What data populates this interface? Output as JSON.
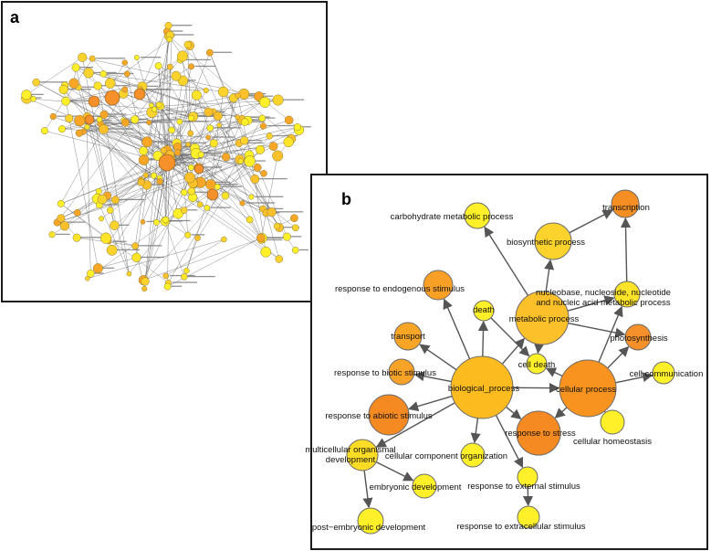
{
  "panel_a": {
    "label": "a"
  },
  "panel_b": {
    "label": "b",
    "nodes": [
      {
        "id": "biological_process",
        "label": "biological_process",
        "color": "#fcbb1e"
      },
      {
        "id": "metabolic_process",
        "label": "metabolic process",
        "color": "#fcc12a"
      },
      {
        "id": "cellular_process",
        "label": "cellular process",
        "color": "#f7931e"
      },
      {
        "id": "biosynthetic_process",
        "label": "biosynthetic process",
        "color": "#fcd22c"
      },
      {
        "id": "transcription",
        "label": "transcription",
        "color": "#f58f24"
      },
      {
        "id": "carbohydrate_metabolic_process",
        "label": "carbohydrate metabolic process",
        "color": "#fff02a"
      },
      {
        "id": "nucleobase",
        "label": "nucleobase, nucleoside, nucleotide",
        "label2": "and nucleic acid metabolic process",
        "color": "#fde428"
      },
      {
        "id": "response_to_endogenous_stimulus",
        "label": "response to endogenous stimulus",
        "color": "#f8a025"
      },
      {
        "id": "death",
        "label": "death",
        "color": "#fff02a"
      },
      {
        "id": "transport",
        "label": "transport",
        "color": "#f9a626"
      },
      {
        "id": "photosynthesis",
        "label": "photosynthesis",
        "color": "#f5902a"
      },
      {
        "id": "cell_death",
        "label": "cell death",
        "color": "#fff02a"
      },
      {
        "id": "response_to_biotic_stimulus",
        "label": "response to biotic stimulus",
        "color": "#f8a328"
      },
      {
        "id": "cell_communication",
        "label": "cell communication",
        "color": "#fff02a"
      },
      {
        "id": "response_to_abiotic_stimulus",
        "label": "response to abiotic stimulus",
        "color": "#f58a22"
      },
      {
        "id": "response_to_stress",
        "label": "response to stress",
        "color": "#f58a22"
      },
      {
        "id": "cellular_homeostasis",
        "label": "cellular homeostasis",
        "color": "#fff02a"
      },
      {
        "id": "multicellular",
        "label": "multicellular organismal",
        "label2": "development",
        "color": "#fddc26"
      },
      {
        "id": "cellular_component_organization",
        "label": "cellular component organization",
        "color": "#fff02a"
      },
      {
        "id": "embryonic_development",
        "label": "embryonic development",
        "color": "#fff02a"
      },
      {
        "id": "response_to_external_stimulus",
        "label": "response to external stimulus",
        "color": "#fff02a"
      },
      {
        "id": "post_embryonic_development",
        "label": "post−embryonic development",
        "color": "#fff02a"
      },
      {
        "id": "response_to_extracellular_stimulus",
        "label": "response to extracellular stimulus",
        "color": "#fff02a"
      }
    ],
    "edges": [
      [
        "biological_process",
        "metabolic_process"
      ],
      [
        "biological_process",
        "cellular_process"
      ],
      [
        "biological_process",
        "response_to_endogenous_stimulus"
      ],
      [
        "biological_process",
        "death"
      ],
      [
        "biological_process",
        "transport"
      ],
      [
        "biological_process",
        "response_to_biotic_stimulus"
      ],
      [
        "biological_process",
        "response_to_abiotic_stimulus"
      ],
      [
        "biological_process",
        "response_to_stress"
      ],
      [
        "biological_process",
        "multicellular"
      ],
      [
        "biological_process",
        "cellular_component_organization"
      ],
      [
        "biological_process",
        "response_to_external_stimulus"
      ],
      [
        "metabolic_process",
        "carbohydrate_metabolic_process"
      ],
      [
        "metabolic_process",
        "biosynthetic_process"
      ],
      [
        "metabolic_process",
        "nucleobase"
      ],
      [
        "metabolic_process",
        "photosynthesis"
      ],
      [
        "metabolic_process",
        "cell_death"
      ],
      [
        "cellular_process",
        "nucleobase"
      ],
      [
        "cellular_process",
        "photosynthesis"
      ],
      [
        "cellular_process",
        "cell_communication"
      ],
      [
        "cellular_process",
        "cellular_homeostasis"
      ],
      [
        "cellular_process",
        "response_to_stress"
      ],
      [
        "cellular_process",
        "cell_death"
      ],
      [
        "biosynthetic_process",
        "transcription"
      ],
      [
        "nucleobase",
        "transcription"
      ],
      [
        "death",
        "cell_death"
      ],
      [
        "multicellular",
        "embryonic_development"
      ],
      [
        "multicellular",
        "post_embryonic_development"
      ],
      [
        "response_to_external_stimulus",
        "response_to_extracellular_stimulus"
      ]
    ]
  }
}
